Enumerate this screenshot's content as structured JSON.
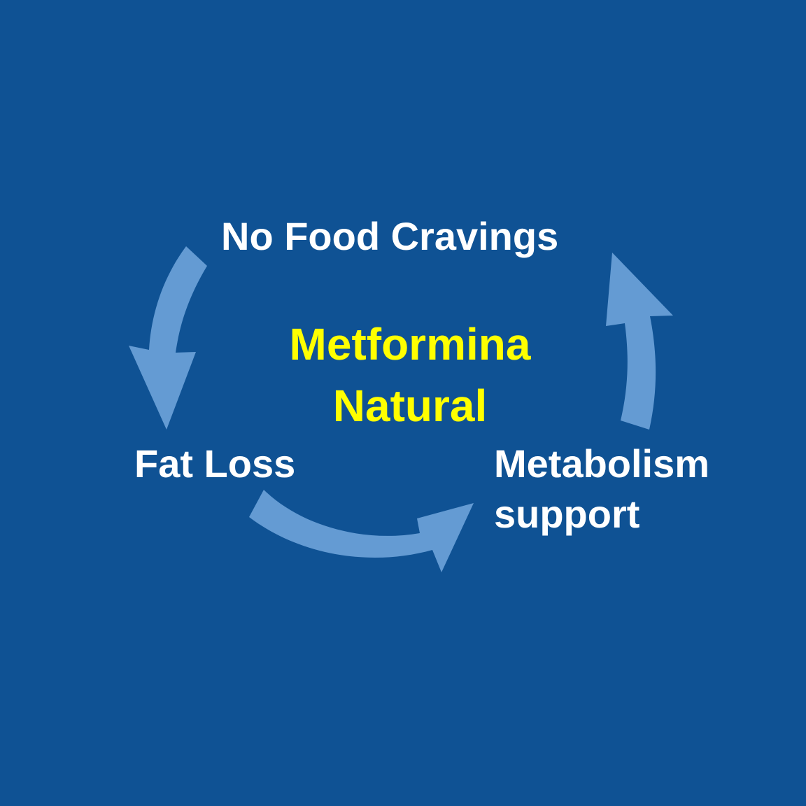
{
  "diagram": {
    "type": "cycle",
    "colors": {
      "background": "#0f5294",
      "arrow": "#649bd3",
      "label": "#ffffff",
      "center_text": "#ffff00"
    },
    "center": {
      "line1": "Metformina",
      "line2": "Natural"
    },
    "nodes": {
      "top": "No Food Cravings",
      "left": "Fat Loss",
      "right_line1": "Metabolism",
      "right_line2": "support"
    }
  }
}
